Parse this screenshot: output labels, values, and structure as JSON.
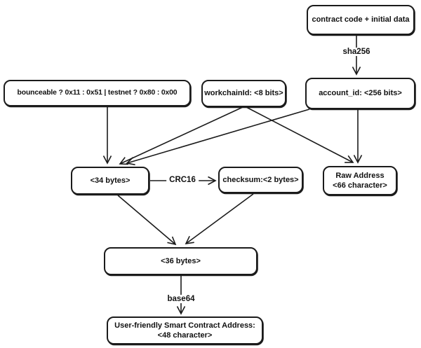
{
  "diagram": {
    "nodes": {
      "contract_code": {
        "label": "contract code + initial data"
      },
      "flags": {
        "label": "bounceable ? 0x11 : 0x51 | testnet ? 0x80 : 0x00"
      },
      "workchain_id": {
        "label": "workchainId: <8 bits>"
      },
      "account_id": {
        "label": "account_id: <256 bits>"
      },
      "bytes_34": {
        "label": "<34 bytes>"
      },
      "checksum": {
        "label": "checksum:<2 bytes>"
      },
      "raw_address": {
        "line1": "Raw Address",
        "line2": "<66 character>"
      },
      "bytes_36": {
        "label": "<36 bytes>"
      },
      "user_friendly": {
        "line1": "User-friendly Smart Contract Address:",
        "line2": "<48 character>"
      }
    },
    "edge_labels": {
      "sha256": "sha256",
      "crc16": "CRC16",
      "base64": "base64"
    },
    "colors": {
      "stroke": "#1b1b1b",
      "background": "#ffffff"
    }
  }
}
